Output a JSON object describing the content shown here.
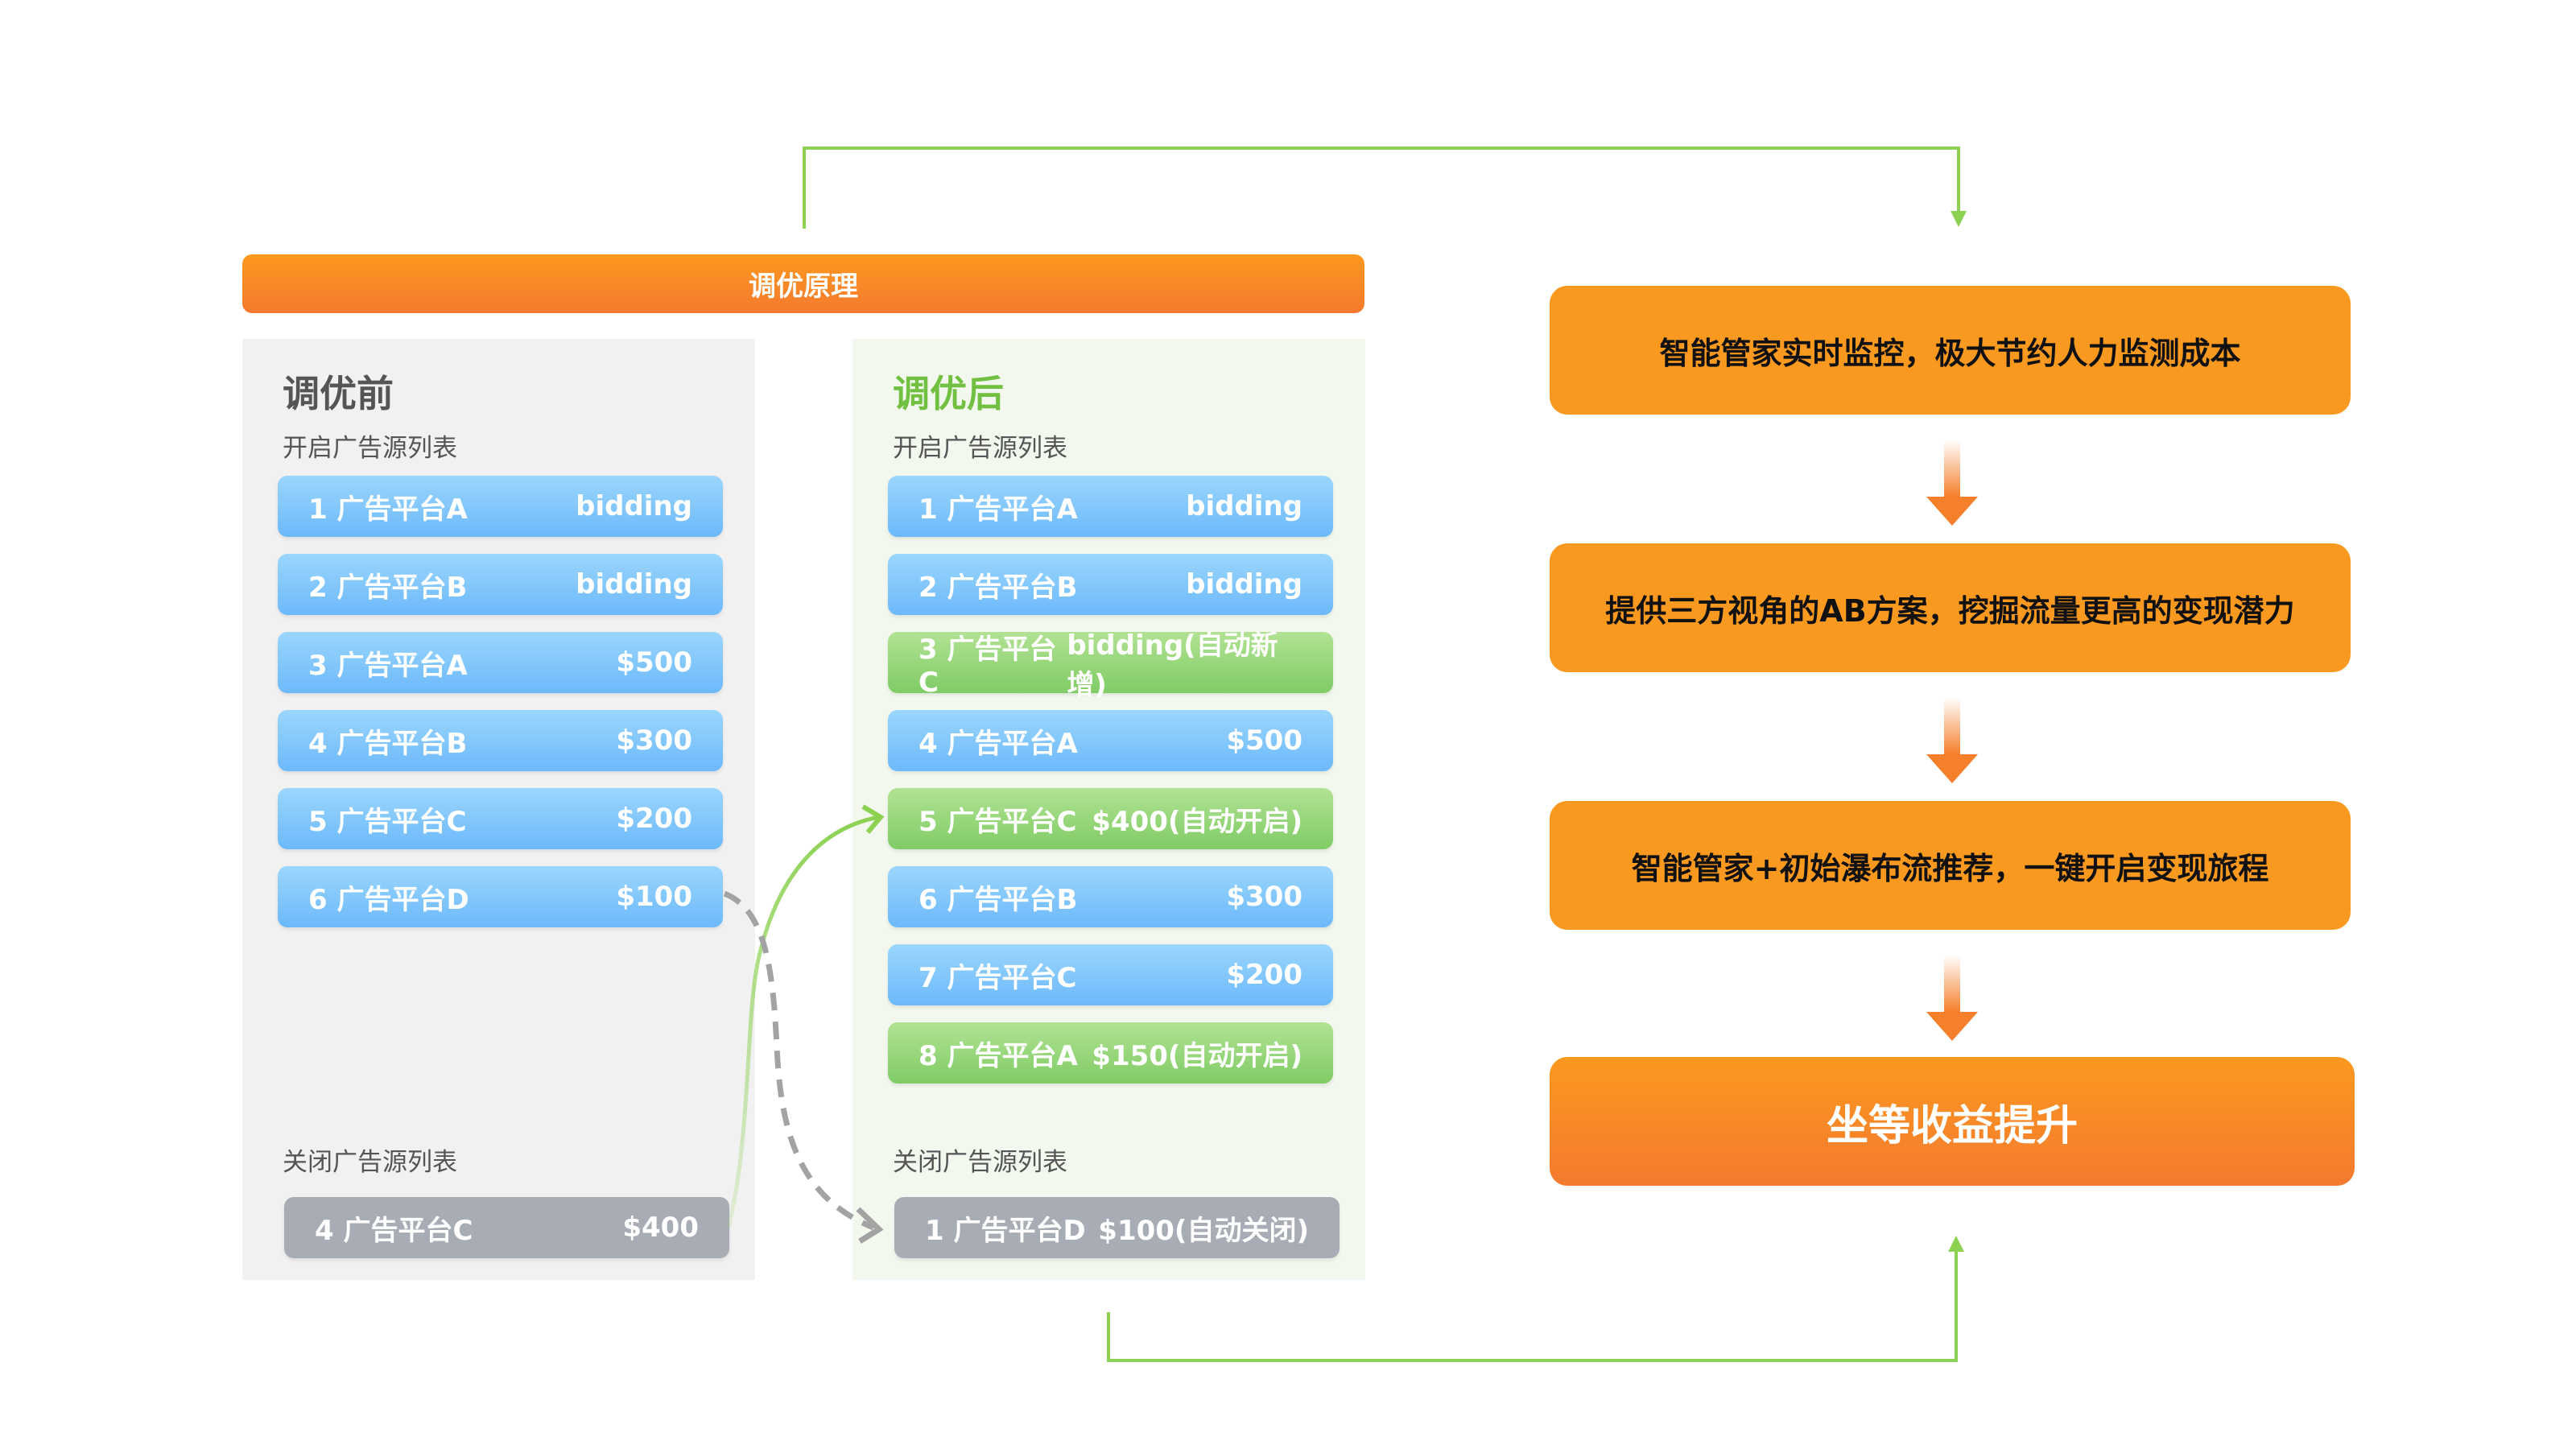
{
  "title": "调优原理",
  "before": {
    "heading": "调优前",
    "open_label": "开启广告源列表",
    "closed_label": "关闭广告源列表",
    "open_items": [
      {
        "name": "1 广告平台A",
        "value": "bidding",
        "status": "normal"
      },
      {
        "name": "2 广告平台B",
        "value": "bidding",
        "status": "normal"
      },
      {
        "name": "3 广告平台A",
        "value": "$500",
        "status": "normal"
      },
      {
        "name": "4 广告平台B",
        "value": "$300",
        "status": "normal"
      },
      {
        "name": "5 广告平台C",
        "value": "$200",
        "status": "normal"
      },
      {
        "name": "6 广告平台D",
        "value": "$100",
        "status": "normal"
      }
    ],
    "closed_items": [
      {
        "name": "4 广告平台C",
        "value": "$400",
        "status": "closed"
      }
    ]
  },
  "after": {
    "heading": "调优后",
    "open_label": "开启广告源列表",
    "closed_label": "关闭广告源列表",
    "open_items": [
      {
        "name": "1 广告平台A",
        "value": "bidding",
        "status": "normal"
      },
      {
        "name": "2 广告平台B",
        "value": "bidding",
        "status": "normal"
      },
      {
        "name": "3 广告平台C",
        "value": "bidding(自动新增)",
        "status": "auto"
      },
      {
        "name": "4 广告平台A",
        "value": "$500",
        "status": "normal"
      },
      {
        "name": "5 广告平台C",
        "value": "$400(自动开启)",
        "status": "auto"
      },
      {
        "name": "6 广告平台B",
        "value": "$300",
        "status": "normal"
      },
      {
        "name": "7 广告平台C",
        "value": "$200",
        "status": "normal"
      },
      {
        "name": "8 广告平台A",
        "value": "$150(自动开启)",
        "status": "auto"
      }
    ],
    "closed_items": [
      {
        "name": "1 广告平台D",
        "value": "$100(自动关闭)",
        "status": "closed"
      }
    ]
  },
  "steps": [
    "智能管家实时监控，极大节约人力监测成本",
    "提供三方视角的AB方案，挖掘流量更高的变现潜力",
    "智能管家+初始瀑布流推荐，一键开启变现旅程",
    "坐等收益提升"
  ],
  "colors": {
    "orange": "#fa991f",
    "blue": "#6cb9fb",
    "green": "#80cc66",
    "gray": "#a8acb5",
    "connector_green": "#8cd152"
  }
}
